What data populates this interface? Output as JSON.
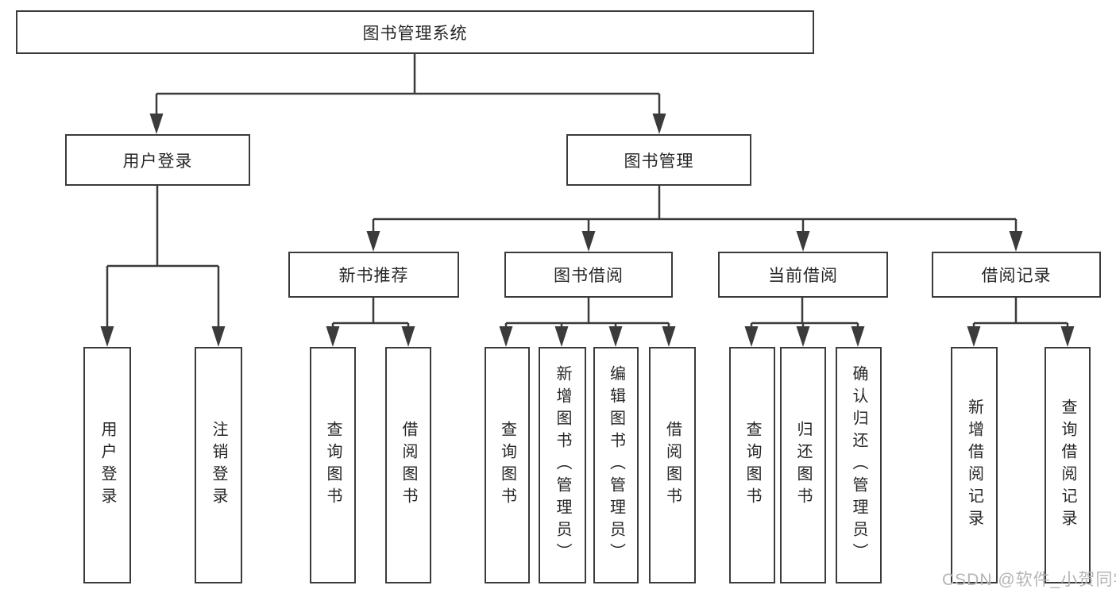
{
  "colors": {
    "line": "#3b3b3b",
    "text": "#262626",
    "watermark": "#b5b5b5",
    "background": "#ffffff"
  },
  "watermark": {
    "text": "CSDN @软件_小贺同学"
  },
  "tree": {
    "label": "图书管理系统",
    "children": [
      {
        "label": "用户登录",
        "children": [
          {
            "label": "用户登录"
          },
          {
            "label": "注销登录"
          }
        ]
      },
      {
        "label": "图书管理",
        "children": [
          {
            "label": "新书推荐",
            "children": [
              {
                "label": "查询图书"
              },
              {
                "label": "借阅图书"
              }
            ]
          },
          {
            "label": "图书借阅",
            "children": [
              {
                "label": "查询图书"
              },
              {
                "label": "新增图书（管理员）"
              },
              {
                "label": "编辑图书（管理员）"
              },
              {
                "label": "借阅图书"
              }
            ]
          },
          {
            "label": "当前借阅",
            "children": [
              {
                "label": "查询图书"
              },
              {
                "label": "归还图书"
              },
              {
                "label": "确认归还（管理员）"
              }
            ]
          },
          {
            "label": "借阅记录",
            "children": [
              {
                "label": "新增借阅记录"
              },
              {
                "label": "查询借阅记录"
              }
            ]
          }
        ]
      }
    ]
  }
}
